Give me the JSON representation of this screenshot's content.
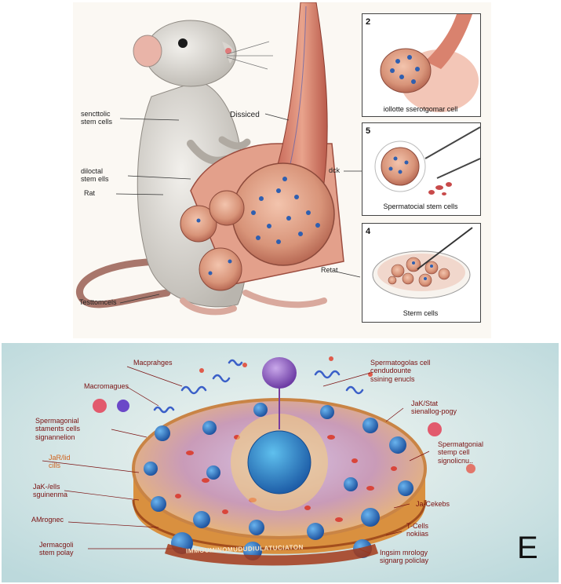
{
  "top_panel": {
    "labels": {
      "sentolic": "sencttolic\nstem cells",
      "dissiced": "Dissiced",
      "dioloctal": "diloctal\nstem ells",
      "rat": "Rat",
      "testomcels": "Testtomcels",
      "retat": "Retat",
      "dck": "dck"
    },
    "insets": [
      {
        "number": "2",
        "caption": "iollotte sserotgomar cell"
      },
      {
        "number": "5",
        "caption": "Spermatocial stem cells"
      },
      {
        "number": "4",
        "caption": "Sterm cells"
      }
    ]
  },
  "bottom_panel": {
    "left_labels": [
      {
        "key": "macrophages",
        "text": "Macprahges"
      },
      {
        "key": "macromagues",
        "text": "Macromagues"
      },
      {
        "key": "spermatogonial",
        "text": "Spermagonial\nstaments cells\nsignannelion"
      },
      {
        "key": "jakstat_cells",
        "text": "JaR/lid\ncills"
      },
      {
        "key": "jak_cells",
        "text": "JaK-/ells\nsguinenma"
      },
      {
        "key": "amrognec",
        "text": "AMrognec"
      },
      {
        "key": "jermacogoll",
        "text": "Jermacgoli\nstem polay"
      }
    ],
    "right_labels": [
      {
        "key": "spermatogolas",
        "text": "Spermatogolas cell\ncendudounte\nssining enucls"
      },
      {
        "key": "jakstat",
        "text": "JaK/Stat\nsienallog-pogy"
      },
      {
        "key": "spermatgonial",
        "text": "Spermatgonial\nstemp cell\nsignolicnu.."
      },
      {
        "key": "jacekebs",
        "text": "Ja-Cekebs"
      },
      {
        "key": "tcells",
        "text": "T-Cells\nnokiias"
      },
      {
        "key": "ingsim",
        "text": "Ingsim mrology\nsignarg policlay"
      }
    ],
    "band_text": "IMMOUMINOMUDUDIULATUCIATON"
  },
  "panel_letter": "E",
  "colors": {
    "tissue": "#e8a98f",
    "blue_cell": "#2f6fc2",
    "label_red": "#7a1010",
    "bg_teal": "#cfe7ea"
  }
}
